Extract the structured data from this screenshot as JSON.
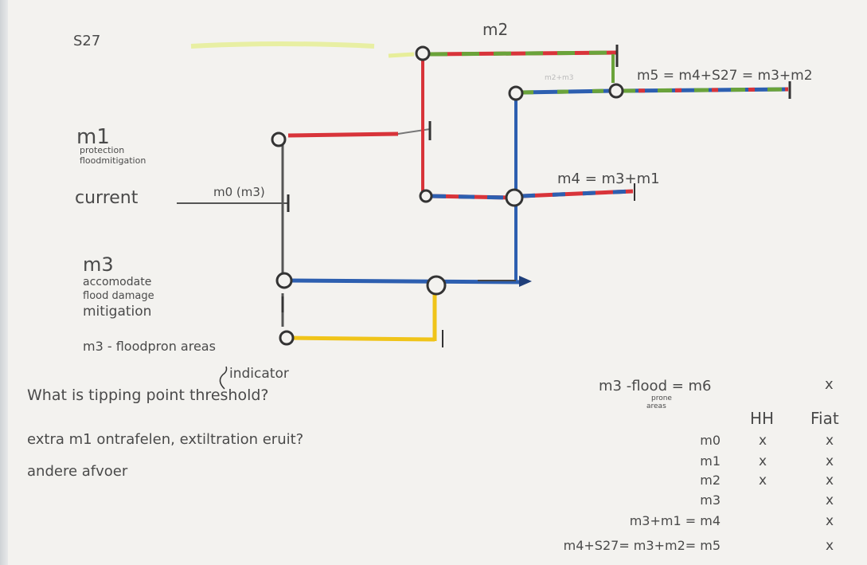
{
  "labels": {
    "s27": "S27",
    "m2": "m2",
    "m5_formula": "m5 = m4+S27 = m3+m2",
    "m1": "m1",
    "m1_desc_line1": "protection",
    "m1_desc_line2": "floodmitigation",
    "current": "current",
    "m0": "m0 (m3)",
    "m4_formula": "m4 = m3+m1",
    "m3": "m3",
    "m3_desc_line1": "accomodate",
    "m3_desc_line2": "flood damage",
    "m3_desc_line3": "mitigation",
    "m3_flood": "m3 - floodpron areas",
    "m2m3_faint": "m2+m3"
  },
  "notes": {
    "indicator": "indicator",
    "line1": "What is tipping point threshold?",
    "line2": "extra m1 ontrafelen, extiltration eruit?",
    "line3": "andere afvoer"
  },
  "table": {
    "header_formula": "m3 -flood = m6",
    "header_sub1": "prone",
    "header_sub2": "areas",
    "header_mark": "x",
    "col_hh": "HH",
    "col_fiat": "Fiat",
    "rows": [
      {
        "label": "m0",
        "hh": "x",
        "fiat": "x"
      },
      {
        "label": "m1",
        "hh": "x",
        "fiat": "x"
      },
      {
        "label": "m2",
        "hh": "x",
        "fiat": "x"
      },
      {
        "label": "m3",
        "hh": "",
        "fiat": "x"
      },
      {
        "label": "m3+m1 = m4",
        "hh": "",
        "fiat": "x"
      },
      {
        "label": "m4+S27= m3+m2= m5",
        "hh": "",
        "fiat": "x"
      }
    ]
  },
  "colors": {
    "red": "#d8343a",
    "blue": "#2d5fb0",
    "green": "#6aa33a",
    "yellow": "#f0c419",
    "gray": "#555555",
    "faint_yellow": "#e7ee9a"
  }
}
